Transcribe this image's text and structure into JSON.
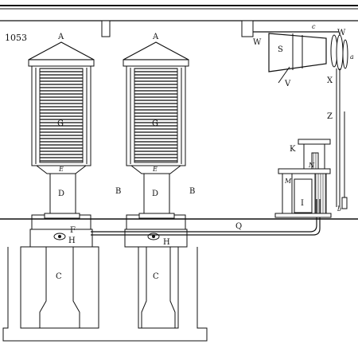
{
  "figure_number": "1053",
  "labels": {
    "A": "A",
    "G": "G",
    "E": "E",
    "D": "D",
    "B": "B",
    "F": "F",
    "H": "H",
    "C": "C",
    "Q": "Q",
    "W": "W",
    "S": "S",
    "V": "V",
    "X": "X",
    "Z": "Z",
    "K": "K",
    "N": "N",
    "M": "M",
    "I": "I",
    "c": "c",
    "a": "a",
    "b": "b"
  },
  "colors": {
    "ink": "#111111",
    "paper": "#ffffff"
  }
}
